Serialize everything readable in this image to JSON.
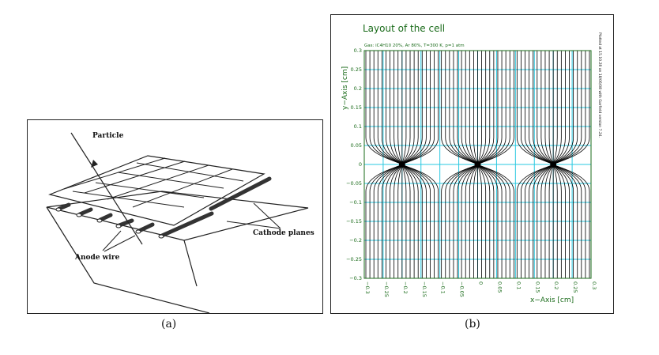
{
  "panel_a": {
    "caption": "(a)",
    "labels": {
      "particle": "Particle",
      "cathode": "Cathode planes",
      "anode": "Anode wire"
    }
  },
  "panel_b": {
    "caption": "(b)",
    "title": "Layout of the cell",
    "gas_line": "Gas: iC4H10 20%, Ar 80%, T=300 K, p=1 atm",
    "side_note": "Plotted at 15.10.28 on 18/06/08 with Garfield version 7.24.",
    "x_axis_label": "x−Axis [cm]",
    "y_axis_label": "y−Axis [cm]",
    "x_ticks": [
      "−0.3",
      "−0.25",
      "−0.2",
      "−0.15",
      "−0.1",
      "−0.05",
      "0",
      "0.05",
      "0.1",
      "0.15",
      "0.2",
      "0.25",
      "0.3"
    ],
    "y_ticks": [
      "0.3",
      "0.25",
      "0.2",
      "0.15",
      "0.1",
      "0.05",
      "0",
      "−0.05",
      "−0.1",
      "−0.15",
      "−0.2",
      "−0.25",
      "−0.3"
    ],
    "x_range": [
      -0.3,
      0.3
    ],
    "y_range": [
      -0.3,
      0.3
    ],
    "wire_x": [
      -0.2,
      0,
      0.2
    ],
    "wire_y": 0,
    "colors": {
      "text": "#1a6b1a",
      "grid": "#29c8e0",
      "field": "#000000"
    }
  }
}
